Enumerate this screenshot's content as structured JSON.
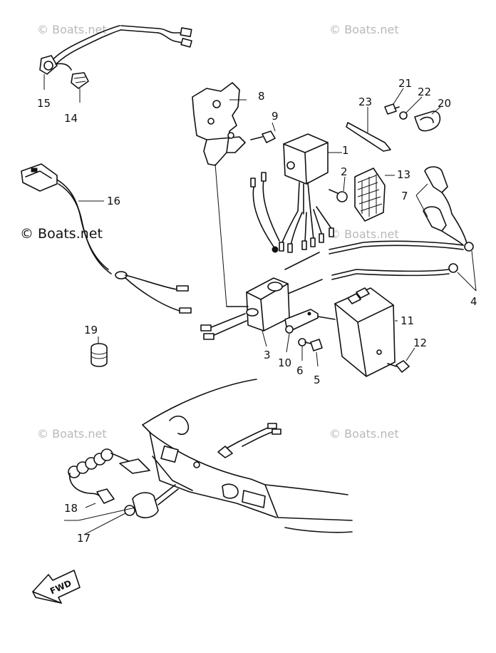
{
  "watermark": "© Boats.net",
  "fwd_label": "FWD",
  "callouts": {
    "c1": "1",
    "c2": "2",
    "c3": "3",
    "c4": "4",
    "c5": "5",
    "c6": "6",
    "c7": "7",
    "c8": "8",
    "c9": "9",
    "c10": "10",
    "c11": "11",
    "c12": "12",
    "c13": "13",
    "c14": "14",
    "c15": "15",
    "c16": "16",
    "c17": "17",
    "c18": "18",
    "c19": "19",
    "c20": "20",
    "c21": "21",
    "c22": "22",
    "c23": "23"
  }
}
